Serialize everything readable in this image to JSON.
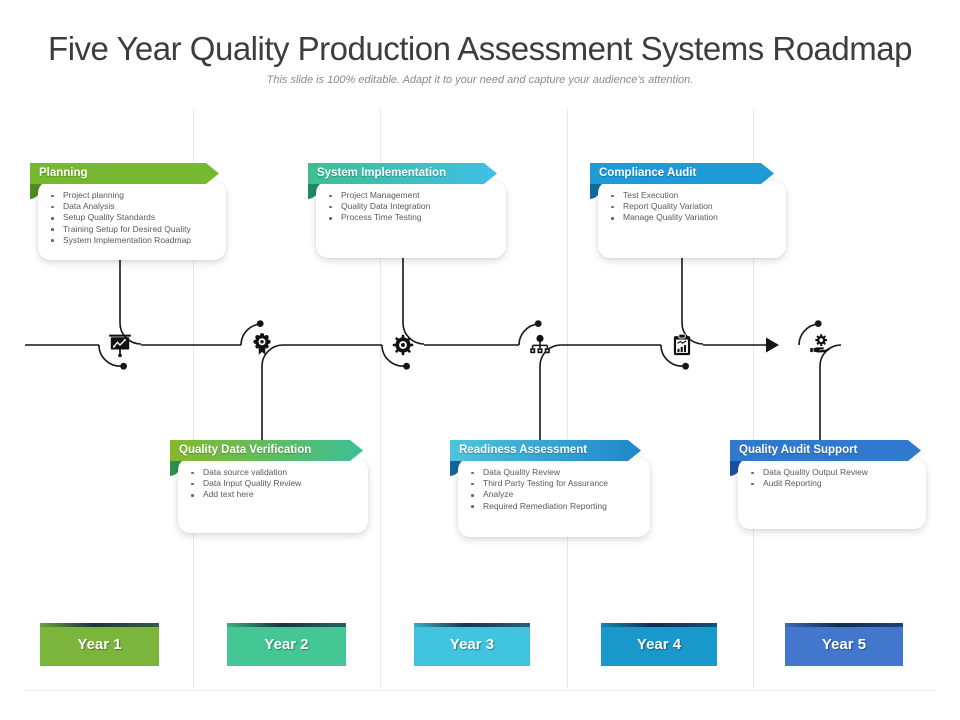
{
  "title": "Five Year Quality Production Assessment Systems Roadmap",
  "subtitle": "This slide is 100% editable. Adapt it to your need and capture your audience's attention.",
  "milestones": [
    {
      "label": "Planning",
      "position": "top",
      "icon": "strategy-board-icon",
      "items": [
        "Project planning",
        "Data Analysis",
        "Setup Quality Standards",
        "Training Setup for Desired Quality",
        "System Implementation Roadmap"
      ],
      "colors": {
        "from": "#76b82f",
        "to": "#76b82f",
        "fold": "#4f8c1d"
      }
    },
    {
      "label": "Quality Data Verification",
      "position": "bottom",
      "icon": "award-ribbon-icon",
      "items": [
        "Data source validation",
        "Data Input Quality Review",
        "Add text here"
      ],
      "colors": {
        "from": "#85b92a",
        "to": "#3dbf95",
        "fold": "#2e8f4f"
      }
    },
    {
      "label": "System Implementation",
      "position": "top",
      "icon": "gear-icon",
      "items": [
        "Project Management",
        "Quality Data Integration",
        "Process Time Testing"
      ],
      "colors": {
        "from": "#3dbf90",
        "to": "#41bfe8",
        "fold": "#1f8a66"
      }
    },
    {
      "label": "Readiness Assessment",
      "position": "bottom",
      "icon": "hierarchy-icon",
      "items": [
        "Data Quality Review",
        "Third Party Testing for Assurance",
        "Analyze",
        "Required Remediation Reporting"
      ],
      "colors": {
        "from": "#4ec4dc",
        "to": "#1f86c9",
        "fold": "#1565a0"
      }
    },
    {
      "label": "Compliance Audit",
      "position": "top",
      "icon": "clipboard-chart-icon",
      "items": [
        "Test Execution",
        "Report Quality Variation",
        "Manage Quality Variation"
      ],
      "colors": {
        "from": "#1e9bd7",
        "to": "#1e9bd7",
        "fold": "#126a99"
      }
    },
    {
      "label": "Quality Audit Support",
      "position": "bottom",
      "icon": "hand-gear-icon",
      "items": [
        "Data Quality Output Review",
        "Audit Reporting"
      ],
      "colors": {
        "from": "#3179ce",
        "to": "#3179ce",
        "fold": "#1d4fa0"
      }
    }
  ],
  "years": [
    {
      "label": "Year 1",
      "color": "#7cb53c"
    },
    {
      "label": "Year 2",
      "color": "#44c795"
    },
    {
      "label": "Year 3",
      "color": "#41c4de"
    },
    {
      "label": "Year 4",
      "color": "#1898cb"
    },
    {
      "label": "Year 5",
      "color": "#4377ce"
    }
  ],
  "timeline_color": "#161616"
}
